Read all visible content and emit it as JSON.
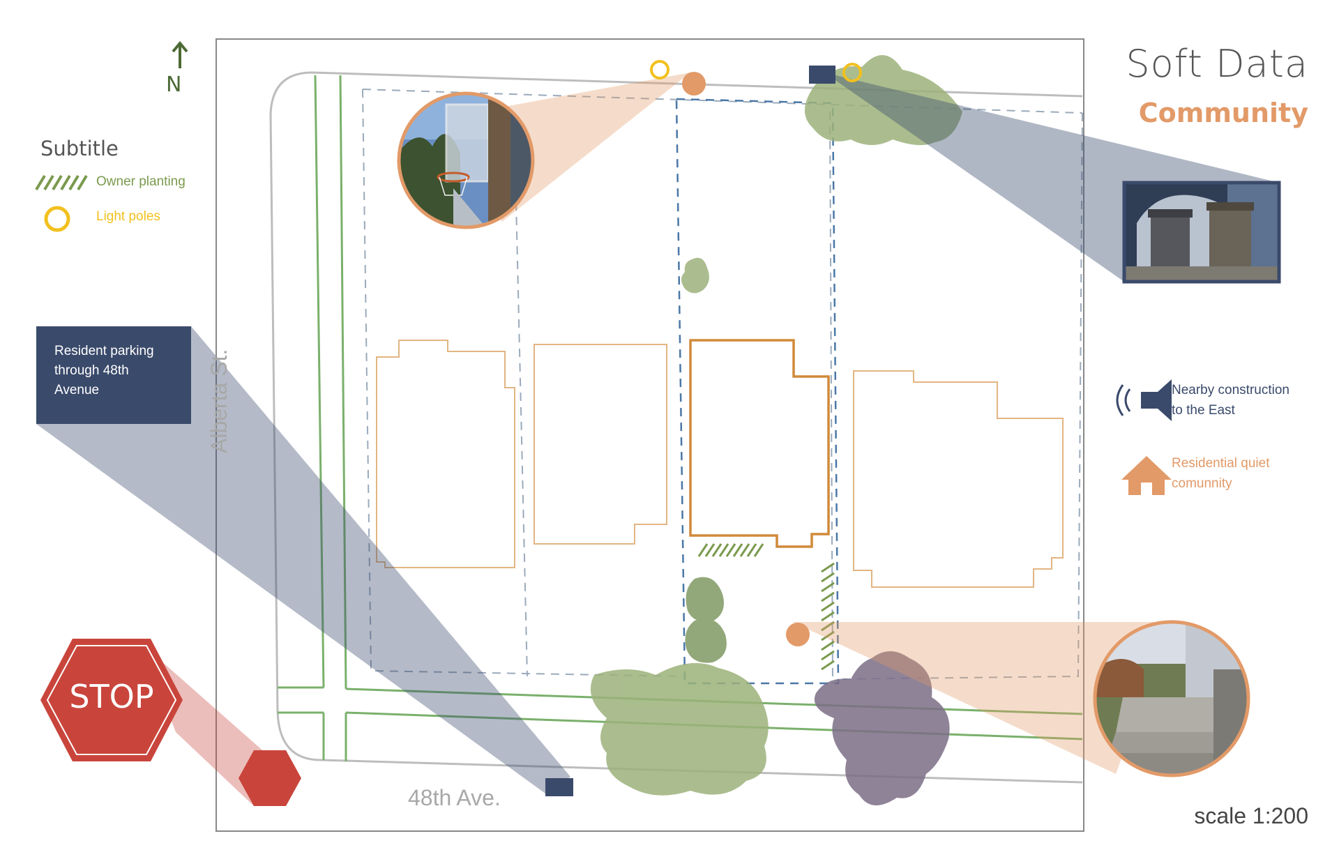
{
  "title": "Soft Data",
  "subtitle": "Community",
  "north_label": "N",
  "legend": {
    "title": "Subtitle",
    "items": [
      {
        "label": "Owner planting",
        "color": "#7a9a4e",
        "icon": "hatch-icon"
      },
      {
        "label": "Light poles",
        "color": "#f2c01e",
        "icon": "ring-icon"
      }
    ]
  },
  "parking_note": {
    "lines": [
      "Resident parking",
      "through 48th",
      "Avenue"
    ],
    "color": "#3a4a6b"
  },
  "notes": [
    {
      "lines": [
        "Nearby construction",
        "to the East"
      ],
      "color": "#3a4a6b",
      "icon": "speaker-icon"
    },
    {
      "lines": [
        "Residential quiet",
        "comunnity"
      ],
      "color": "#e29a68",
      "icon": "house-icon"
    }
  ],
  "streets": {
    "west": "Alberta St.",
    "south": "48th Ave."
  },
  "scale_label": "scale 1:200",
  "stop_sign": {
    "label": "STOP",
    "color": "#c9453c"
  },
  "photos": [
    {
      "name": "basketball-hoop-photo",
      "icon": "basketball-hoop-icon"
    },
    {
      "name": "garbage-bins-photo",
      "icon": "garbage-bin-icon"
    },
    {
      "name": "front-steps-photo",
      "icon": "steps-icon"
    }
  ],
  "colors": {
    "accent_orange": "#e29a68",
    "navy": "#3a4a6b",
    "green": "#7a9a4e",
    "vegetation": "#9cb27a",
    "construction_purple": "#7b6d86",
    "stop_red": "#c9453c",
    "light_pole_yellow": "#f2c01e"
  }
}
